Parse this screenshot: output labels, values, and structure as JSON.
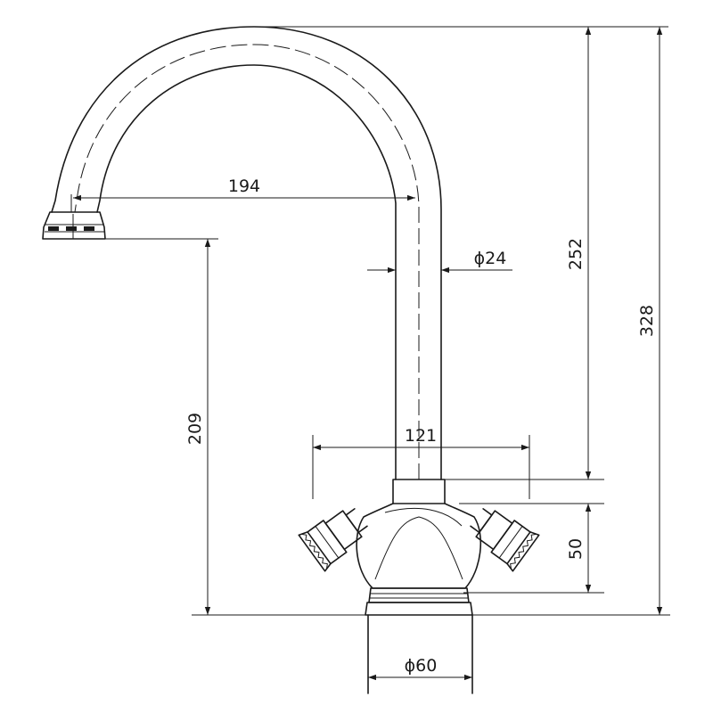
{
  "dimensions": {
    "spout_reach": "194",
    "spout_diameter": "ϕ24",
    "handle_span": "121",
    "total_height": "328",
    "outlet_height": "252",
    "clearance_height": "209",
    "handle_height": "50",
    "base_diameter": "ϕ60"
  }
}
